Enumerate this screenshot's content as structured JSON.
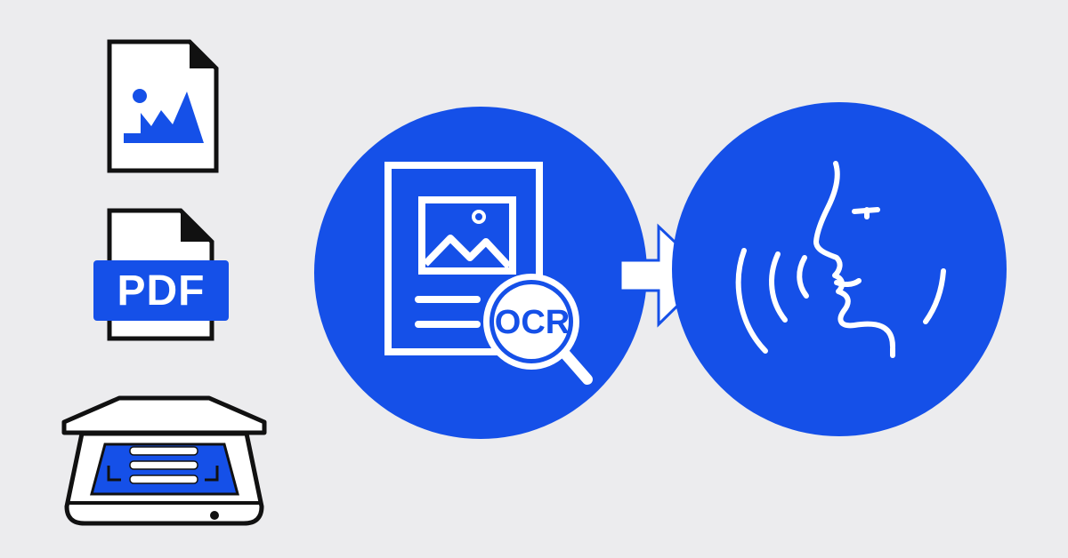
{
  "source_icons": [
    {
      "name": "image-file",
      "icon": "image-file-icon"
    },
    {
      "name": "pdf-file",
      "icon": "pdf-file-icon",
      "label": "PDF"
    },
    {
      "name": "scanner",
      "icon": "scanner-icon"
    }
  ],
  "ocr_step": {
    "icon": "document-ocr-icon",
    "label": "OCR"
  },
  "arrow": {
    "icon": "arrow-right-icon"
  },
  "speech_step": {
    "icon": "speaking-head-icon"
  },
  "colors": {
    "background": "#ececee",
    "primary_blue": "#1550e8",
    "stroke_black": "#111111",
    "white": "#ffffff"
  }
}
